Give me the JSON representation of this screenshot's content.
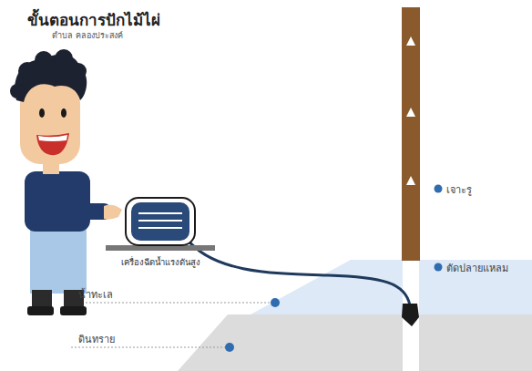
{
  "diagram": {
    "title": "ขั้นตอนการปักไม้ไผ่",
    "nodes": [
      {
        "text": [
          "เครื่องฉีดน้ำแรงดันสูง"
        ]
      }
    ],
    "labels": [
      "ตำบล คลองประสงค์",
      "เจาะรู",
      "ตัดปลายแหลม",
      "น้ำทะเล",
      "ดินทราย"
    ]
  }
}
